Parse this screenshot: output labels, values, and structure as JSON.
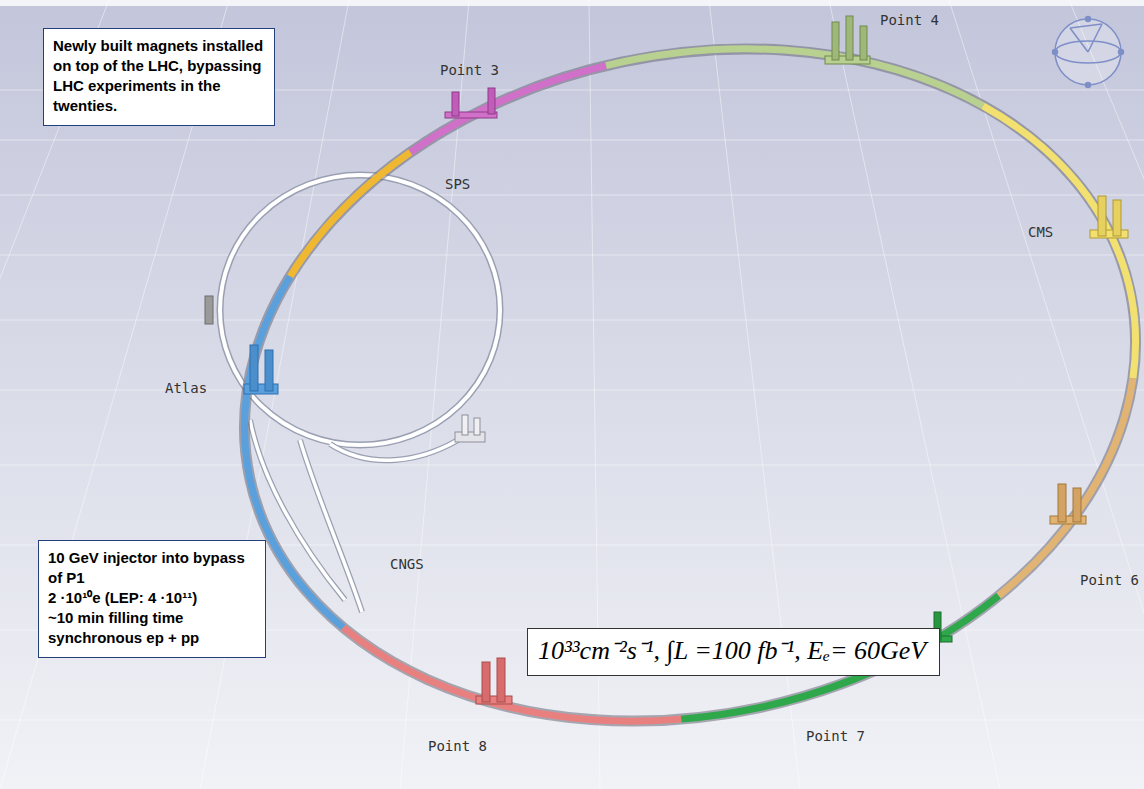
{
  "diagram": {
    "nodes": [
      {
        "text": [
          "Newly built magnets installed on top of the LHC, bypassing LHC experiments in the twenties."
        ]
      },
      {
        "text": [
          "10 GeV injector into bypass of P1",
          "2 ·10¹⁰e (LEP: 4 ·10¹¹)",
          "~10 min filling time",
          "synchronous ep + pp"
        ]
      },
      {
        "text": [
          "10³³cm⁻²s⁻¹, ∫L =100 fb⁻¹, Eₑ= 60GeV"
        ]
      }
    ],
    "labels": [
      "Point 3",
      "Point 4",
      "CMS",
      "Point 6",
      "Point 7",
      "Point 8",
      "Atlas",
      "SPS",
      "CNGS"
    ]
  }
}
